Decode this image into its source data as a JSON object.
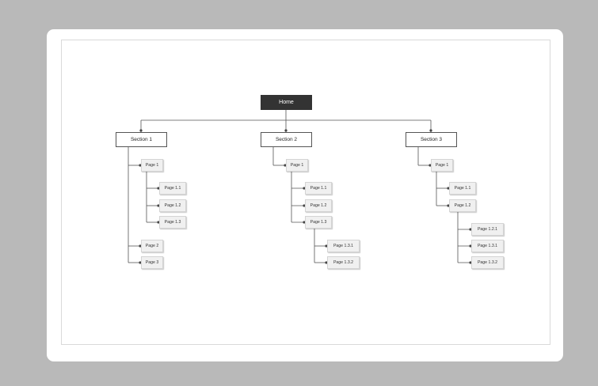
{
  "sitemap": {
    "home": "Home",
    "sections": [
      {
        "label": "Section 1",
        "pages": [
          {
            "label": "Page 1",
            "children": [
              {
                "label": "Page 1.1"
              },
              {
                "label": "Page 1.2"
              },
              {
                "label": "Page 1.3"
              }
            ]
          },
          {
            "label": "Page 2"
          },
          {
            "label": "Page 3"
          }
        ]
      },
      {
        "label": "Section 2",
        "pages": [
          {
            "label": "Page 1",
            "children": [
              {
                "label": "Page 1.1"
              },
              {
                "label": "Page 1.2"
              },
              {
                "label": "Page 1.3",
                "children": [
                  {
                    "label": "Page 1.3.1"
                  },
                  {
                    "label": "Page 1.3.2"
                  }
                ]
              }
            ]
          }
        ]
      },
      {
        "label": "Section 3",
        "pages": [
          {
            "label": "Page 1",
            "children": [
              {
                "label": "Page 1.1"
              },
              {
                "label": "Page 1.2",
                "children": [
                  {
                    "label": "Page 1.2.1"
                  },
                  {
                    "label": "Page 1.3.1"
                  },
                  {
                    "label": "Page 1.3.2"
                  }
                ]
              }
            ]
          }
        ]
      }
    ]
  },
  "colors": {
    "home_fill": "#333333",
    "connector": "#555555",
    "page_fill": "#f0f0f0"
  }
}
